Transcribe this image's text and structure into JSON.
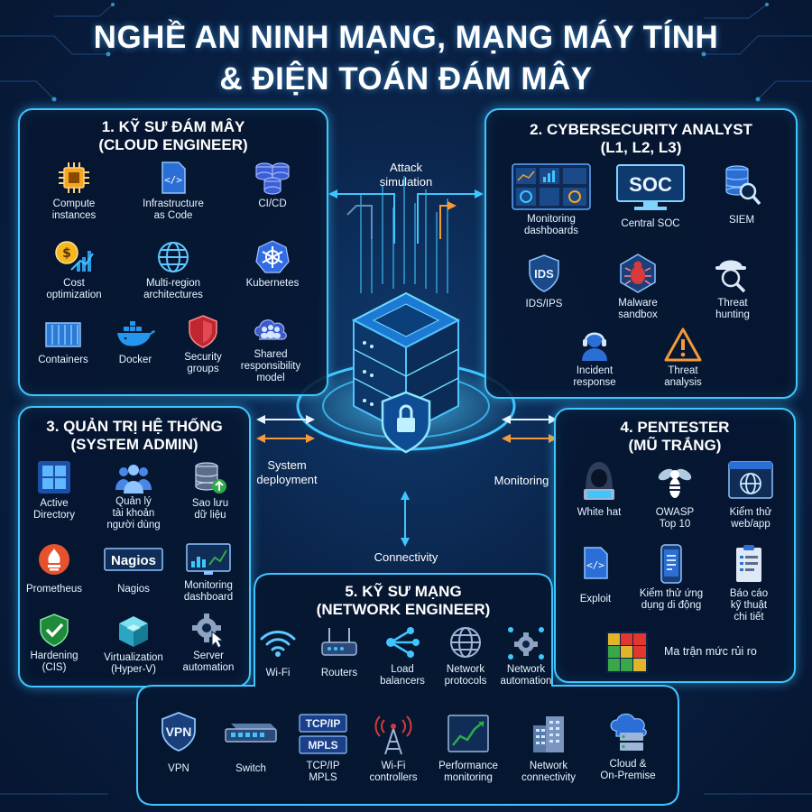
{
  "title": {
    "line1": "NGHỀ AN NINH MẠNG, MẠNG MÁY TÍNH",
    "line2": "& ĐIỆN TOÁN ĐÁM MÂY"
  },
  "colors": {
    "accent": "#3fc6ff",
    "orange": "#f59a3a",
    "background": "#0a2348"
  },
  "panels": {
    "cloud": {
      "title1": "1. KỸ SƯ ĐÁM MÂY",
      "title2": "(CLOUD ENGINEER)",
      "items": [
        {
          "label": [
            "Compute",
            "instances"
          ],
          "icon": "cpu-chip-icon"
        },
        {
          "label": [
            "Infrastructure",
            "as Code"
          ],
          "icon": "code-file-icon"
        },
        {
          "label": [
            "CI/CD"
          ],
          "icon": "database-stack-icon"
        },
        {
          "label": [
            "Cost",
            "optimization"
          ],
          "icon": "cost-chart-icon"
        },
        {
          "label": [
            "Multi-region",
            "architectures"
          ],
          "icon": "globe-icon"
        },
        {
          "label": [
            "Kubernetes"
          ],
          "icon": "kubernetes-icon"
        },
        {
          "label": [
            "Containers"
          ],
          "icon": "container-icon"
        },
        {
          "label": [
            "Docker"
          ],
          "icon": "docker-whale-icon"
        },
        {
          "label": [
            "Security",
            "groups"
          ],
          "icon": "shield-icon"
        },
        {
          "label": [
            "Shared",
            "responsibility",
            "model"
          ],
          "icon": "cloud-users-icon"
        }
      ]
    },
    "analyst": {
      "title1": "2. CYBERSECURITY ANALYST",
      "title2": "(L1, L2, L3)",
      "items": [
        {
          "label": [
            "Monitoring",
            "dashboards"
          ],
          "icon": "dashboard-icon"
        },
        {
          "label": [
            "Central SOC"
          ],
          "icon": "soc-monitor-icon"
        },
        {
          "label": [
            "SIEM"
          ],
          "icon": "siem-search-icon"
        },
        {
          "label": [
            "IDS/IPS"
          ],
          "icon": "ids-shield-icon"
        },
        {
          "label": [
            "Malware",
            "sandbox"
          ],
          "icon": "malware-bug-icon"
        },
        {
          "label": [
            "Threat",
            "hunting"
          ],
          "icon": "threat-hunting-icon"
        },
        {
          "label": [
            "Incident",
            "response"
          ],
          "icon": "headset-operator-icon"
        },
        {
          "label": [
            "Threat",
            "analysis"
          ],
          "icon": "warning-triangle-icon"
        }
      ],
      "soc_text": "SOC",
      "ids_text": "IDS"
    },
    "sysadmin": {
      "title1": "3. QUẢN TRỊ HỆ THỐNG",
      "title2": "(SYSTEM ADMIN)",
      "items": [
        {
          "label": [
            "Active",
            "Directory"
          ],
          "icon": "windows-icon"
        },
        {
          "label": [
            "Quản lý",
            "tài khoản",
            "người dùng"
          ],
          "icon": "users-icon"
        },
        {
          "label": [
            "Sao lưu",
            "dữ liệu"
          ],
          "icon": "backup-database-icon"
        },
        {
          "label": [
            "Prometheus"
          ],
          "icon": "prometheus-icon"
        },
        {
          "label": [
            "Nagios"
          ],
          "icon": "nagios-logo-icon"
        },
        {
          "label": [
            "Monitoring",
            "dashboard"
          ],
          "icon": "monitor-chart-icon"
        },
        {
          "label": [
            "Hardening",
            "(CIS)"
          ],
          "icon": "check-shield-icon"
        },
        {
          "label": [
            "Virtualization",
            "(Hyper-V)"
          ],
          "icon": "cube-icon"
        },
        {
          "label": [
            "Server",
            "automation"
          ],
          "icon": "gear-cursor-icon"
        }
      ],
      "nagios_text": "Nagios"
    },
    "pentester": {
      "title1": "4. PENTESTER",
      "title2": "(MŨ TRẮNG)",
      "items": [
        {
          "label": [
            "White hat"
          ],
          "icon": "hacker-icon"
        },
        {
          "label": [
            "OWASP",
            "Top 10"
          ],
          "icon": "wasp-icon"
        },
        {
          "label": [
            "Kiểm thử",
            "web/app"
          ],
          "icon": "browser-globe-icon"
        },
        {
          "label": [
            "Exploit"
          ],
          "icon": "code-file-icon"
        },
        {
          "label": [
            "Kiểm thử ứng",
            "dụng di động"
          ],
          "icon": "mobile-icon"
        },
        {
          "label": [
            "Báo cáo",
            "kỹ thuật",
            "chi tiết"
          ],
          "icon": "report-clipboard-icon"
        }
      ],
      "risk_label": "Ma trận mức rủi ro"
    },
    "network": {
      "title1": "5. KỸ SƯ MẠNG",
      "title2": "(NETWORK ENGINEER)",
      "items": [
        {
          "label": [
            "Wi-Fi"
          ],
          "icon": "wifi-icon"
        },
        {
          "label": [
            "Routers"
          ],
          "icon": "router-icon"
        },
        {
          "label": [
            "Load",
            "balancers"
          ],
          "icon": "load-balancer-icon"
        },
        {
          "label": [
            "Network",
            "protocols"
          ],
          "icon": "globe-icon"
        },
        {
          "label": [
            "Network",
            "automation"
          ],
          "icon": "network-gear-icon"
        },
        {
          "label": [
            "VPN"
          ],
          "icon": "vpn-shield-icon"
        },
        {
          "label": [
            "Switch"
          ],
          "icon": "switch-icon"
        },
        {
          "label": [
            "TCP/IP",
            "MPLS"
          ],
          "icon": "tcpip-mpls-icon"
        },
        {
          "label": [
            "Wi-Fi",
            "controllers"
          ],
          "icon": "antenna-tower-icon"
        },
        {
          "label": [
            "Performance",
            "monitoring"
          ],
          "icon": "performance-chart-icon"
        },
        {
          "label": [
            "Network",
            "connectivity"
          ],
          "icon": "building-icon"
        },
        {
          "label": [
            "Cloud &",
            "On-Premise"
          ],
          "icon": "cloud-server-icon"
        }
      ],
      "vpn_text": "VPN",
      "tcpip_text": "TCP/IP",
      "mpls_text": "MPLS"
    }
  },
  "flows": {
    "attack": [
      "Attack",
      "simulation"
    ],
    "deployment": [
      "System",
      "deployment"
    ],
    "monitoring": "Monitoring",
    "connectivity": "Connectivity"
  }
}
